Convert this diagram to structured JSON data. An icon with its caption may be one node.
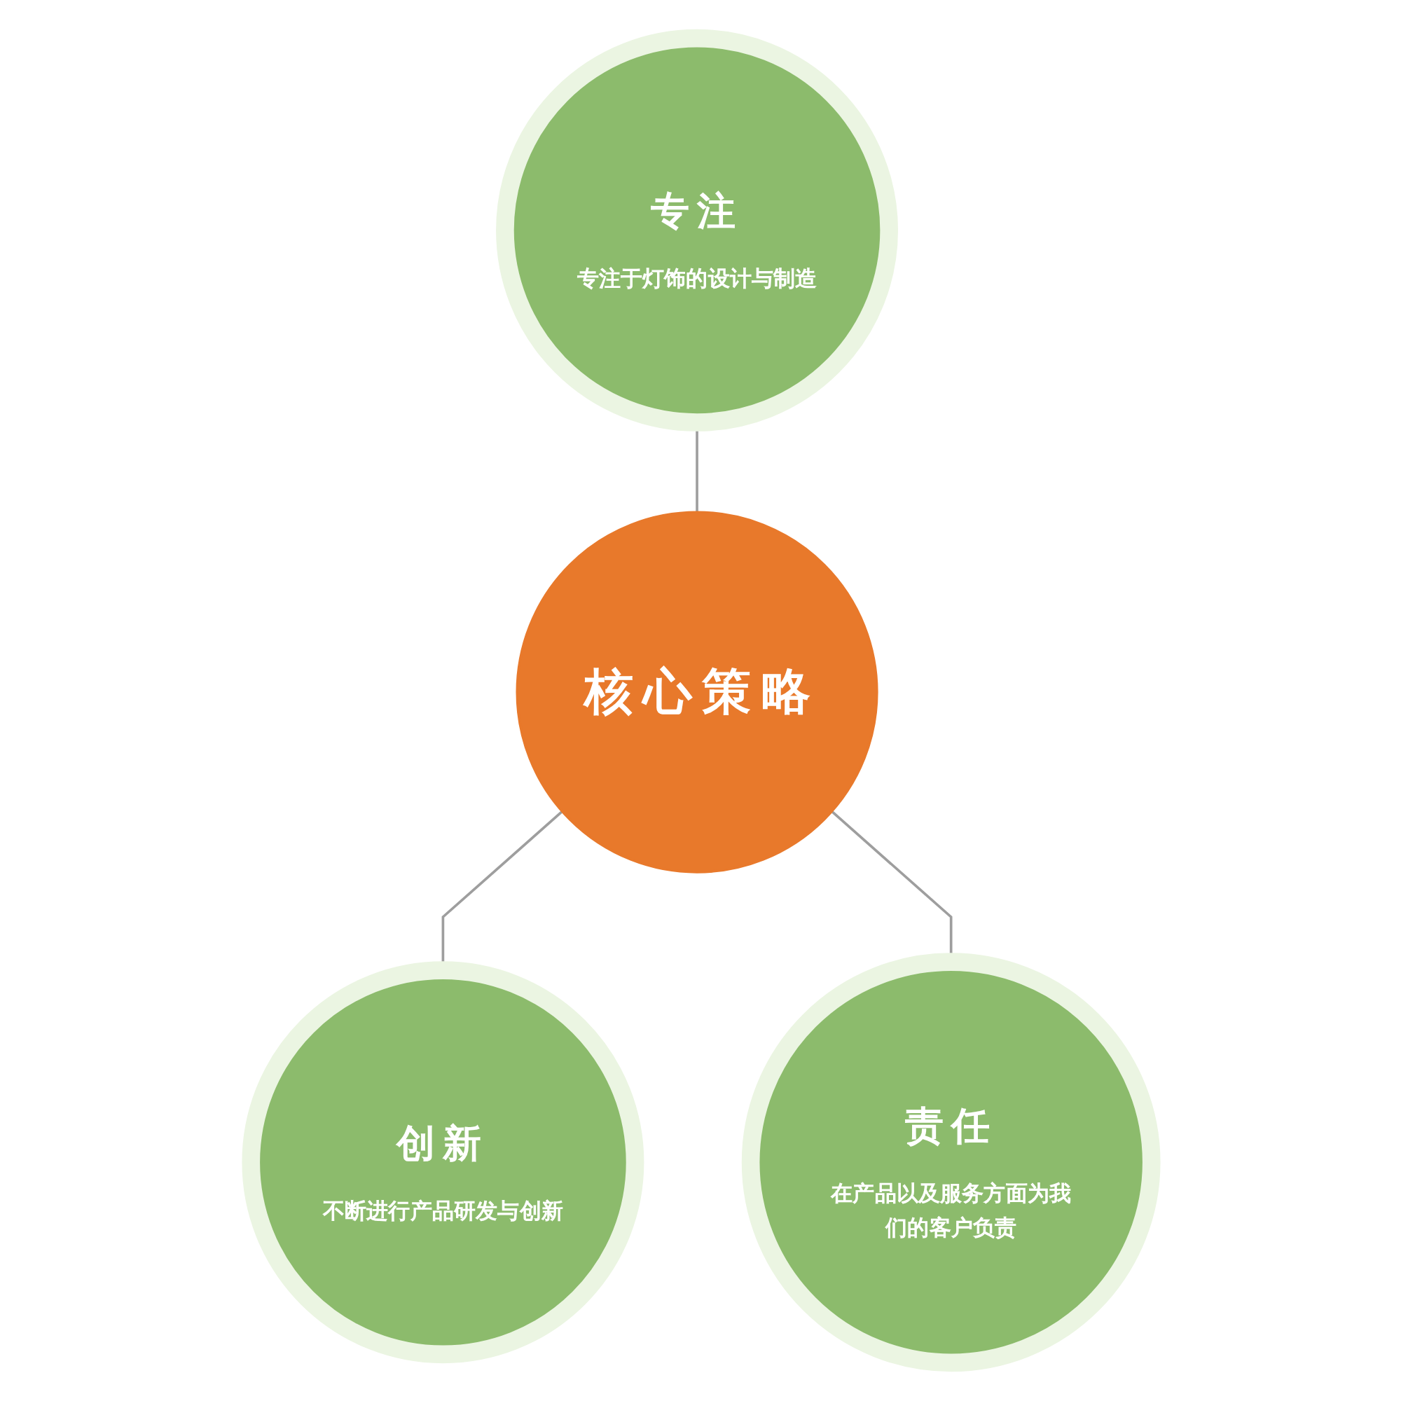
{
  "diagram": {
    "nodes": [
      {
        "text": [
          "专注",
          "专注于灯饰的设计与制造"
        ]
      },
      {
        "text": [
          "核心策略"
        ]
      },
      {
        "text": [
          "创新",
          "不断进行产品研发与创新"
        ]
      },
      {
        "text": [
          "责任",
          "在产品以及服务方面为我们的客户负责"
        ]
      }
    ],
    "edges": [
      {
        "from": 0,
        "to": 1,
        "arrow": "none"
      },
      {
        "from": 1,
        "to": 2,
        "arrow": "none"
      },
      {
        "from": 1,
        "to": 3,
        "arrow": "none"
      }
    ]
  }
}
